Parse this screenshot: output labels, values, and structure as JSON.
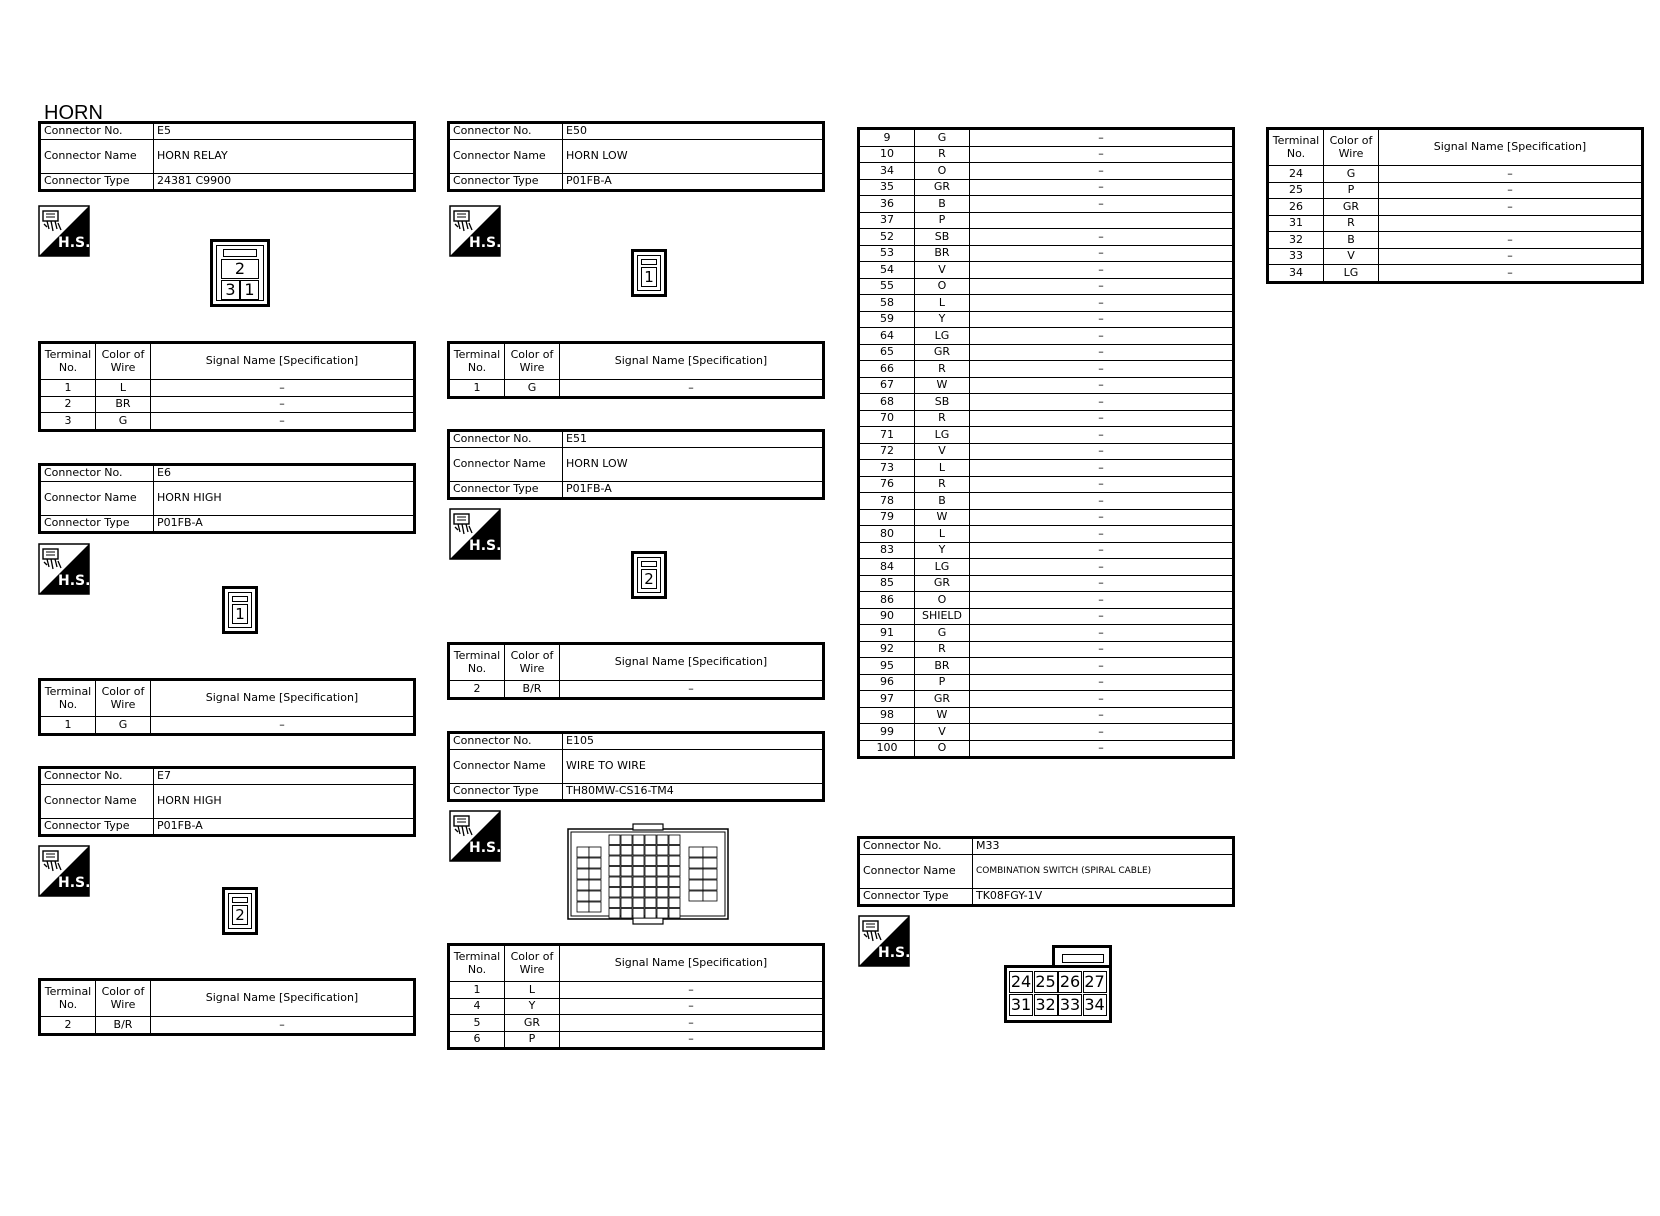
{
  "page_title": "HORN",
  "labels": {
    "connector_no": "Connector No.",
    "connector_name": "Connector Name",
    "connector_type": "Connector Type",
    "terminal_no": "Terminal No.",
    "color_of_wire": "Color of Wire",
    "signal_name": "Signal Name [Specification]",
    "hs_badge": "H.S."
  },
  "connectors": {
    "e5": {
      "no": "E5",
      "name": "HORN RELAY",
      "type": "24381 C9900",
      "pins": [
        "2",
        "3",
        "1"
      ],
      "rows": [
        [
          "1",
          "L",
          "–"
        ],
        [
          "2",
          "BR",
          "–"
        ],
        [
          "3",
          "G",
          "–"
        ]
      ]
    },
    "e6": {
      "no": "E6",
      "name": "HORN HIGH",
      "type": "P01FB-A",
      "pins": [
        "1"
      ],
      "rows": [
        [
          "1",
          "G",
          "–"
        ]
      ]
    },
    "e7": {
      "no": "E7",
      "name": "HORN HIGH",
      "type": "P01FB-A",
      "pins": [
        "2"
      ],
      "rows": [
        [
          "2",
          "B/R",
          "–"
        ]
      ]
    },
    "e50": {
      "no": "E50",
      "name": "HORN LOW",
      "type": "P01FB-A",
      "pins": [
        "1"
      ],
      "rows": [
        [
          "1",
          "G",
          "–"
        ]
      ]
    },
    "e51": {
      "no": "E51",
      "name": "HORN LOW",
      "type": "P01FB-A",
      "pins": [
        "2"
      ],
      "rows": [
        [
          "2",
          "B/R",
          "–"
        ]
      ]
    },
    "e105": {
      "no": "E105",
      "name": "WIRE TO WIRE",
      "type": "TH80MW-CS16-TM4",
      "rows": [
        [
          "1",
          "L",
          "–"
        ],
        [
          "4",
          "Y",
          "–"
        ],
        [
          "5",
          "GR",
          "–"
        ],
        [
          "6",
          "P",
          "–"
        ]
      ],
      "rows_cont": [
        [
          "9",
          "G",
          "–"
        ],
        [
          "10",
          "R",
          "–"
        ],
        [
          "34",
          "O",
          "–"
        ],
        [
          "35",
          "GR",
          "–"
        ],
        [
          "36",
          "B",
          "–"
        ],
        [
          "37",
          "P",
          ""
        ],
        [
          "52",
          "SB",
          "–"
        ],
        [
          "53",
          "BR",
          "–"
        ],
        [
          "54",
          "V",
          "–"
        ],
        [
          "55",
          "O",
          "–"
        ],
        [
          "58",
          "L",
          "–"
        ],
        [
          "59",
          "Y",
          "–"
        ],
        [
          "64",
          "LG",
          "–"
        ],
        [
          "65",
          "GR",
          "–"
        ],
        [
          "66",
          "R",
          "–"
        ],
        [
          "67",
          "W",
          "–"
        ],
        [
          "68",
          "SB",
          "–"
        ],
        [
          "70",
          "R",
          "–"
        ],
        [
          "71",
          "LG",
          "–"
        ],
        [
          "72",
          "V",
          "–"
        ],
        [
          "73",
          "L",
          "–"
        ],
        [
          "76",
          "R",
          "–"
        ],
        [
          "78",
          "B",
          "–"
        ],
        [
          "79",
          "W",
          "–"
        ],
        [
          "80",
          "L",
          "–"
        ],
        [
          "83",
          "Y",
          "–"
        ],
        [
          "84",
          "LG",
          "–"
        ],
        [
          "85",
          "GR",
          "–"
        ],
        [
          "86",
          "O",
          "–"
        ],
        [
          "90",
          "SHIELD",
          "–"
        ],
        [
          "91",
          "G",
          "–"
        ],
        [
          "92",
          "R",
          "–"
        ],
        [
          "95",
          "BR",
          "–"
        ],
        [
          "96",
          "P",
          "–"
        ],
        [
          "97",
          "GR",
          "–"
        ],
        [
          "98",
          "W",
          "–"
        ],
        [
          "99",
          "V",
          "–"
        ],
        [
          "100",
          "O",
          "–"
        ]
      ]
    },
    "m33": {
      "no": "M33",
      "name": "COMBINATION SWITCH (SPIRAL CABLE)",
      "type": "TK08FGY-1V",
      "pins": [
        "24",
        "25",
        "26",
        "27",
        "31",
        "32",
        "33",
        "34"
      ],
      "rows": [
        [
          "24",
          "G",
          "–"
        ],
        [
          "25",
          "P",
          "–"
        ],
        [
          "26",
          "GR",
          "–"
        ],
        [
          "31",
          "R",
          ""
        ],
        [
          "32",
          "B",
          "–"
        ],
        [
          "33",
          "V",
          "–"
        ],
        [
          "34",
          "LG",
          "–"
        ]
      ]
    }
  }
}
